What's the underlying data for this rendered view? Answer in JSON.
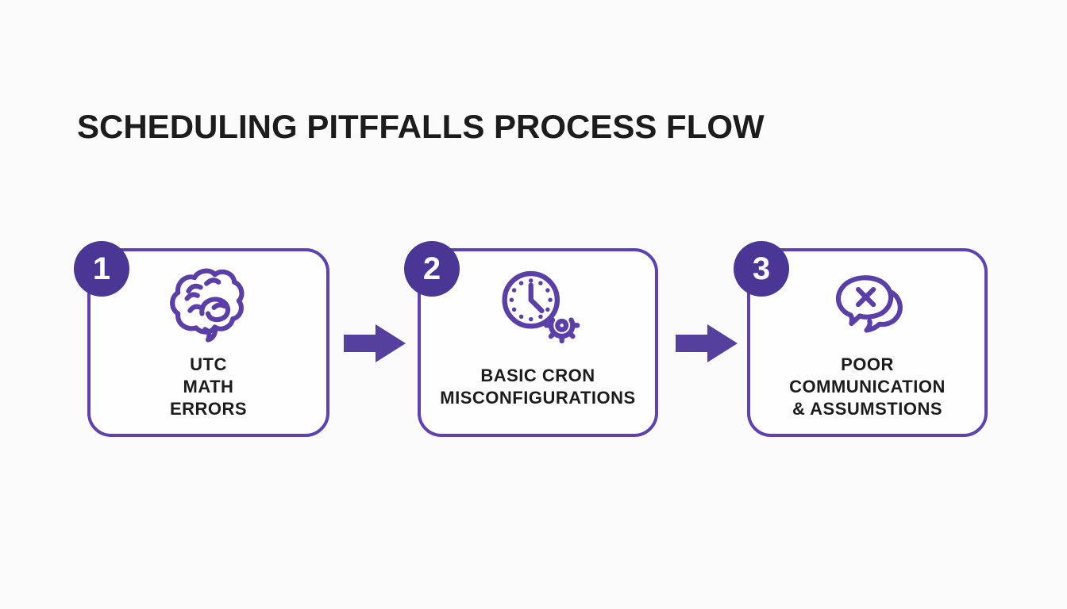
{
  "title": "SCHEDULING PITFFALLS PROCESS FLOW",
  "colors": {
    "badge": "#4C3695",
    "border": "#5E41B2",
    "arrow": "#56409E",
    "icon": "#5B3FA8",
    "text": "#1C1C1C",
    "background": "#FBFBFB"
  },
  "steps": [
    {
      "number": "1",
      "icon": "brain-icon",
      "lines": [
        "UTC",
        "MATH",
        "ERRORS"
      ]
    },
    {
      "number": "2",
      "icon": "clock-gear-icon",
      "lines": [
        "BASIC CRON",
        "MISCONFIGURATIONS"
      ]
    },
    {
      "number": "3",
      "icon": "chat-error-icon",
      "lines": [
        "POOR",
        "COMMUNICATION",
        "& ASSUMSTIONS"
      ]
    }
  ],
  "connector": "arrow-right-icon"
}
